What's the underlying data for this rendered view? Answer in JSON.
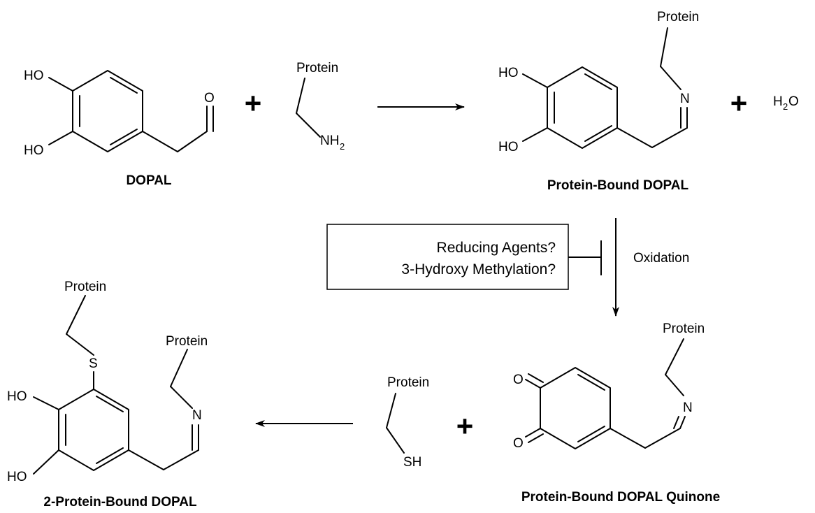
{
  "labels": {
    "protein": "Protein",
    "ho": "HO",
    "o": "O",
    "n": "N",
    "s": "S",
    "nh": "NH",
    "nh_sub": "2",
    "sh": "SH",
    "h": "H",
    "h_sub": "2",
    "water_o": "O",
    "plus": "+"
  },
  "compounds": {
    "dopal": "DOPAL",
    "protein_bound_dopal": "Protein-Bound DOPAL",
    "quinone": "Protein-Bound DOPAL Quinone",
    "two_protein_bound": "2-Protein-Bound DOPAL"
  },
  "inhibition_box": {
    "line1": "Reducing Agents?",
    "line2": "3-Hydroxy Methylation?"
  },
  "conditions": {
    "oxidation": "Oxidation"
  }
}
